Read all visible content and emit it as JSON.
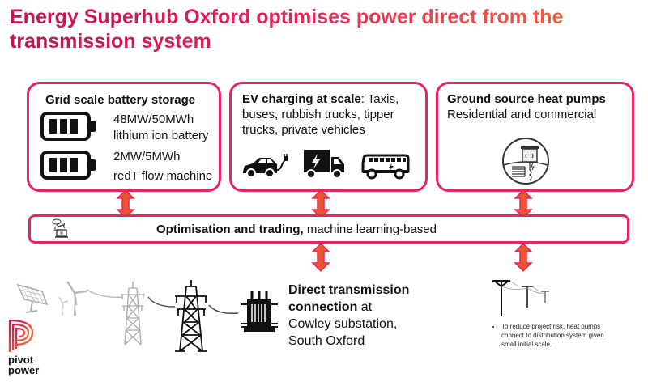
{
  "title": {
    "line1": "Energy Superhub Oxford optimises power direct from the",
    "line2": "transmission system"
  },
  "colors": {
    "accent_border": "#e8255f",
    "arrow_fill": "#e8552f",
    "title_gradient_start": "#c0124f",
    "title_gradient_end": "#ea6a30"
  },
  "battery_box": {
    "heading": "Grid scale battery storage",
    "items": [
      {
        "icon": "battery-icon",
        "line1": "48MW/50MWh",
        "line2": "lithium ion battery"
      },
      {
        "icon": "battery-icon",
        "line1": "2MW/5MWh",
        "line2": "redT flow machine"
      }
    ]
  },
  "ev_box": {
    "heading_bold": "EV charging at scale",
    "heading_rest": ": Taxis, buses, rubbish trucks, tipper trucks, private vehicles",
    "icons": [
      "electric-car-icon",
      "electric-truck-icon",
      "electric-bus-icon"
    ]
  },
  "heat_box": {
    "heading": "Ground source heat pumps",
    "subheading": "Residential and commercial",
    "icon": "ground-source-heat-pump-icon"
  },
  "optimisation_bar": {
    "label_bold": "Optimisation and trading,",
    "label_rest": " machine learning-based",
    "icon": "trading-robot-icon"
  },
  "transmission": {
    "bold1": "Direct transmission",
    "bold2": "connection",
    "rest2": " at",
    "line3": "Cowley substation,",
    "line4": "South Oxford",
    "icons": [
      "solar-panel-icon",
      "wind-turbine-icon",
      "pylon-faded-icon",
      "pylon-icon",
      "transformer-icon"
    ]
  },
  "distribution_note": {
    "icon": "distribution-poles-icon",
    "bullet": "To reduce project risk, heat pumps connect to distribution system given small initial scale."
  },
  "logo": {
    "line1": "pivot",
    "line2": "power"
  }
}
